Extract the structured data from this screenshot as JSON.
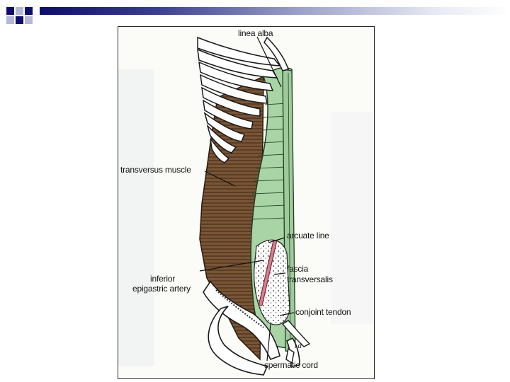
{
  "labels": {
    "linea_alba": "linea alba",
    "transversus_muscle": "transversus muscle",
    "arcuate_line": "arcuate line",
    "inferior_line1": "inferior",
    "inferior_line2": "epigastric artery",
    "fascia_line1": "fascia",
    "fascia_line2": "transversalis",
    "conjoint_tendon": "conjoint tendon",
    "spermatic_cord": "spermatic cord",
    "signature": "t.d"
  },
  "colors": {
    "muscle": "#7a5535",
    "fascia_green": "#a9d4a6",
    "rib_fill": "#ffffff",
    "accent_bar": "#0d0d6b",
    "artery": "#c96b7a"
  }
}
